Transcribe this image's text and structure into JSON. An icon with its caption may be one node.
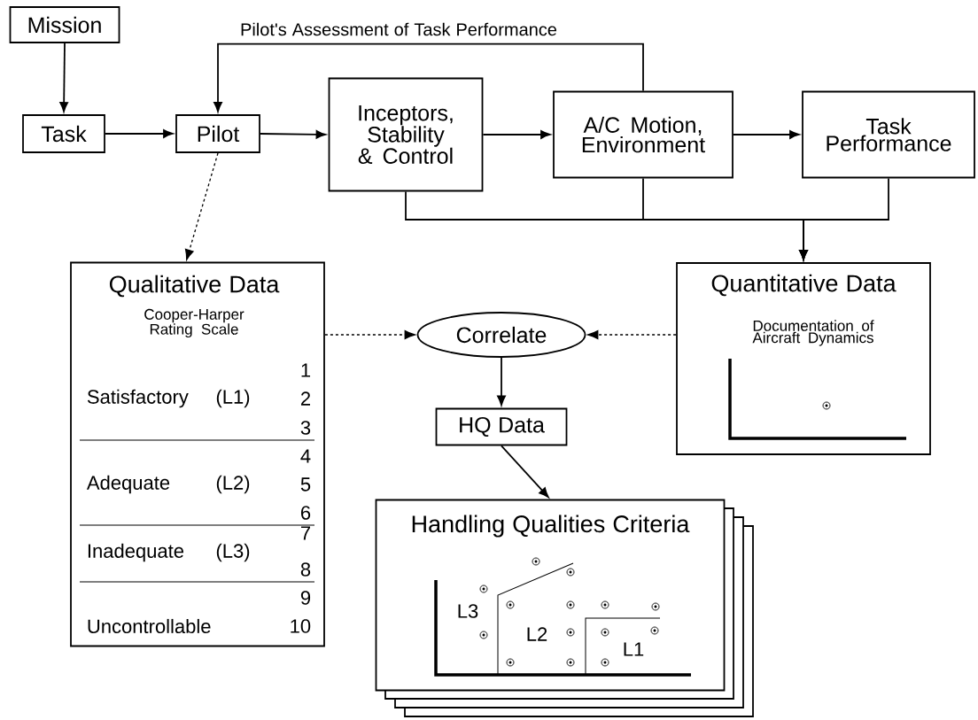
{
  "diagram": {
    "nodes": [
      {
        "text": [
          "Mission"
        ]
      },
      {
        "text": [
          "Task"
        ]
      },
      {
        "text": [
          "Pilot"
        ]
      },
      {
        "text": [
          "Inceptors, Stability & Control"
        ]
      },
      {
        "text": [
          "A/C Motion, Environment"
        ]
      },
      {
        "text": [
          "Task Performance"
        ]
      },
      {
        "text": [
          "Qualitative Data",
          "Cooper-Harper Rating Scale"
        ]
      },
      {
        "text": [
          "Correlate"
        ]
      },
      {
        "text": [
          "Quantitative Data",
          "Documentation of Aircraft Dynamics"
        ]
      },
      {
        "text": [
          "HQ Data"
        ]
      },
      {
        "text": [
          "Handling Qualities Criteria"
        ]
      }
    ],
    "edges": [
      {
        "from": 0,
        "to": 1,
        "arrow": "to"
      },
      {
        "from": 1,
        "to": 2,
        "arrow": "to"
      },
      {
        "from": 2,
        "to": 3,
        "arrow": "to"
      },
      {
        "from": 3,
        "to": 4,
        "arrow": "to"
      },
      {
        "from": 4,
        "to": 5,
        "arrow": "to"
      },
      {
        "from": 4,
        "to": 2,
        "arrow": "to",
        "label": "Pilot's Assessment of Task Performance"
      },
      {
        "from": 2,
        "to": 6,
        "arrow": "to",
        "style": "dashed"
      },
      {
        "from": 3,
        "to": 8,
        "arrow": "to"
      },
      {
        "from": 4,
        "to": 8,
        "arrow": "to"
      },
      {
        "from": 5,
        "to": 8,
        "arrow": "to"
      },
      {
        "from": 6,
        "to": 7,
        "arrow": "to",
        "style": "dashed"
      },
      {
        "from": 8,
        "to": 7,
        "arrow": "to",
        "style": "dashed"
      },
      {
        "from": 7,
        "to": 9,
        "arrow": "to"
      },
      {
        "from": 9,
        "to": 10,
        "arrow": "to"
      }
    ],
    "labels": [
      "1",
      "Satisfactory",
      "(L1)",
      "2",
      "3",
      "4",
      "Adequate",
      "(L2)",
      "5",
      "6",
      "7",
      "Inadequate",
      "(L3)",
      "8",
      "9",
      "Uncontrollable",
      "10",
      "L3",
      "L2",
      "L1"
    ]
  }
}
